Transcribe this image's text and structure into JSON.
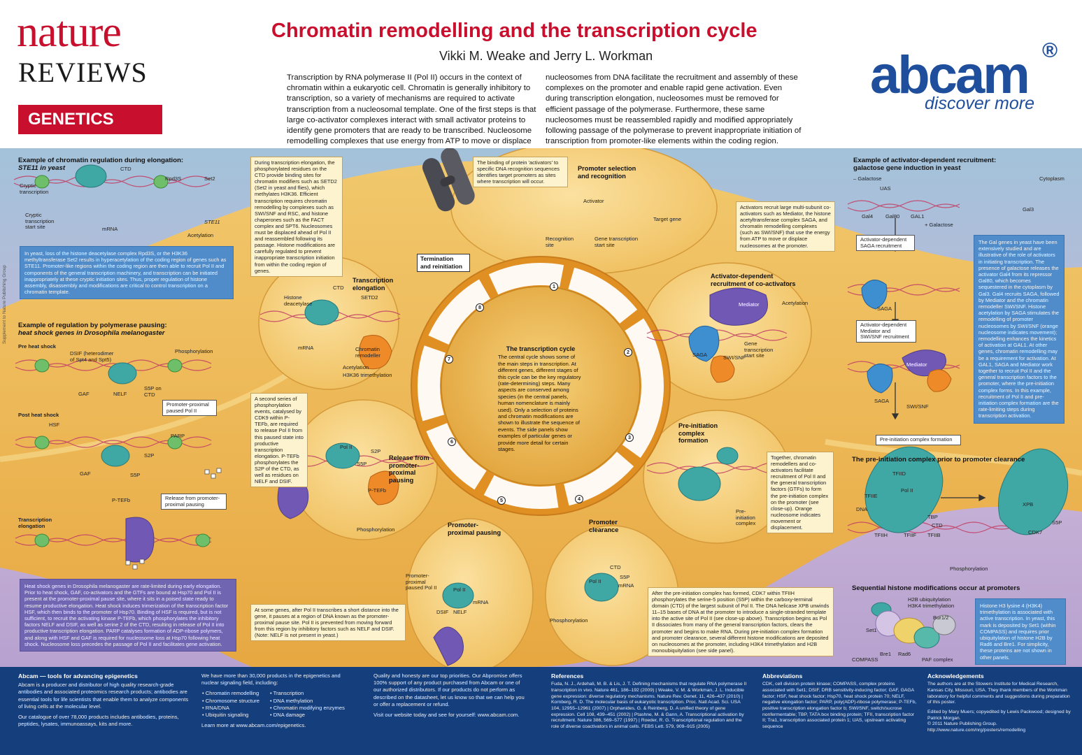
{
  "header": {
    "logo_nature": "nature",
    "logo_reviews": "REVIEWS",
    "logo_genetics": "GENETICS",
    "title": "Chromatin remodelling and the transcription cycle",
    "authors": "Vikki M. Weake and Jerry L. Workman",
    "intro_left": "Transcription by RNA polymerase II (Pol II) occurs in the context of chromatin within a eukaryotic cell. Chromatin is generally inhibitory to transcription, so a variety of mechanisms are required to activate transcription from a nucleosomal template. One of the first steps is that large co-activator complexes interact with small activator proteins to identify gene promoters that are ready to be transcribed. Nucleosome remodelling complexes that use energy from ATP to move or displace",
    "intro_right": "nucleosomes from DNA facilitate the recruitment and assembly of these complexes on the promoter and enable rapid gene activation. Even during transcription elongation, nucleosomes must be removed for efficient passage of the polymerase. Furthermore, these same nucleosomes must be reassembled rapidly and modified appropriately following passage of the polymerase to prevent inappropriate initiation of transcription from promoter-like elements within the coding region.",
    "abcam_logo": "abcam",
    "abcam_reg": "®",
    "abcam_tagline": "discover more"
  },
  "side_note": "Supplement to Nature Publishing Group",
  "left_panels": {
    "ste11": {
      "title": "Example of chromatin regulation during elongation:",
      "subtitle": "STE11 in yeast",
      "labels": {
        "cryptic1": "Cryptic\ntranscription",
        "cryptic2": "Cryptic\ntranscription\nstart site",
        "ctd": "CTD",
        "rpd3s": "Rpd3S",
        "set2": "Set2",
        "mrna": "mRNA",
        "gene": "STE11",
        "acetylation": "Acetylation"
      },
      "text": "In yeast, loss of the histone deacetylase complex Rpd3S, or the H3K36 methyltransferase Set2 results in hyperacetylation of the coding region of genes such as STE11. Promoter-like regions within the coding region are then able to recruit Pol II and components of the general transcription machinery, and transcription can be initiated inappropriately at these cryptic initiation sites. Thus, proper regulation of histone assembly, disassembly and modifications are critical to control transcription on a chromatin template."
    },
    "heatshock": {
      "title": "Example of regulation by polymerase pausing:",
      "subtitle": "heat shock genes in Drosophila melanogaster",
      "pre": "Pre heat shock",
      "post": "Post heat shock",
      "elong": "Transcription\nelongation",
      "labels": {
        "dsif": "DSIF (heterodimer\nof Spt4 and Spt5)",
        "phos": "Phosphorylation",
        "gaf": "GAF",
        "nelf": "NELF",
        "s5p": "S5P on\nCTD",
        "paused": "Promoter-proximal\npaused Pol II",
        "hsf": "HSF",
        "parp": "PARP",
        "s2p": "S2P",
        "s5p2": "S5P",
        "ptefb": "P-TEFb",
        "release": "Release from promoter-\nproximal pausing",
        "gaf2": "GAF"
      },
      "text": "Heat shock genes in Drosophila melanogaster are rate-limited during early elongation. Prior to heat shock, GAF, co-activators and the GTFs are bound at Hsp70 and Pol II is present at the promoter-proximal pause site, where it sits in a poised state ready to resume productive elongation. Heat shock induces trimerization of the transcription factor HSF, which then binds to the promoter of Hsp70. Binding of HSF is required, but is not sufficient, to recruit the activating kinase P-TEFb, which phosphorylates the inhibitory factors NELF and DSIF, as well as serine 2 of the CTD, resulting in release of Pol II into productive transcription elongation. PARP catalyses formation of ADP-ribose polymers, and along with HSF and GAF is required for nucleosome loss at Hsp70 following heat shock. Nucleosome loss precedes the passage of Pol II and facilitates gene activation."
    }
  },
  "cycle": {
    "center_title": "The transcription cycle",
    "center_text": "The central cycle shows some of the main steps in transcription. At different genes, different stages of this cycle can be the key regulatory (rate-determining) steps. Many aspects are conserved among species (in the central panels, human nomenclature is mainly used). Only a selection of proteins and chromatin modifications are shown to illustrate the sequence of events. The side panels show examples of particular genes or provide more detail for certain stages.",
    "steps": [
      "1",
      "2",
      "3",
      "4",
      "5",
      "6",
      "7",
      "8"
    ],
    "termination": "Termination\nand reinitiation",
    "promoter_selection": {
      "title": "Promoter selection\nand recognition",
      "box": "The binding of protein 'activators' to specific DNA recognition sequences identifies target promoters as sites where transcription will occur.",
      "labels": {
        "activator": "Activator",
        "target": "Target gene",
        "recog": "Recognition\nsite",
        "start": "Gene transcription\nstart site"
      }
    },
    "activator_recruit": {
      "title": "Activator-dependent\nrecruitment of co-activators",
      "box": "Activators recruit large multi-subunit co-activators such as Mediator, the histone acetyltransferase complex SAGA, and chromatin remodelling complexes (such as SWI/SNF) that use the energy from ATP to move or displace nucleosomes at the promoter.",
      "labels": {
        "mediator": "Mediator",
        "acetylation": "Acetylation",
        "saga": "SAGA",
        "swisnf": "SWI/SNF",
        "start": "Gene\ntranscription\nstart site"
      }
    },
    "pic": {
      "title": "Pre-initiation\ncomplex\nformation",
      "box": "Together, chromatin remodellers and co-activators facilitate recruitment of Pol II and the general transcription factors (GTFs) to form the pre-initiation complex on the promoter (see close-up). Orange nucleosome indicates movement or displacement.",
      "labels": {
        "pic": "Pre-\ninitiation\ncomplex"
      }
    },
    "clearance": {
      "title": "Promoter\nclearance",
      "box": "After the pre-initiation complex has formed, CDK7 within TFIIH phosphorylates the serine-5 position (S5P) within the carboxy-terminal domain (CTD) of the largest subunit of Pol II. The DNA helicase XPB unwinds 11–15 bases of DNA at the promoter to introduce a single-stranded template into the active site of Pol II (see close-up above). Transcription begins as Pol II dissociates from many of the general transcription factors, clears the promoter and begins to make RNA. During pre-initiation complex formation and promoter clearance, several different histone modifications are deposited on nucleosomes at the promoter, including H3K4 trimethylation and H2B monoubiquitylation (see side panel).",
      "labels": {
        "ctd": "CTD",
        "s5p": "S5P",
        "mrna": "mRNA",
        "pol2": "Pol II"
      }
    },
    "pausing": {
      "title": "Promoter-\nproximal pausing",
      "box": "At some genes, after Pol II transcribes a short distance into the gene, it pauses at a region of DNA known as the promoter-proximal pause site. Pol II is prevented from moving forward from this region by inhibitory factors such as NELF and DSIF. (Note: NELF is not present in yeast.)",
      "labels": {
        "paused": "Promoter-\nproximal\npaused Pol II",
        "pol2": "Pol II",
        "mrna": "mRNA",
        "dsif": "DSIF",
        "nelf": "NELF",
        "phos": "Phosphorylation"
      }
    },
    "release": {
      "title": "Release from\npromoter-\nproximal\npausing",
      "box": "A second series of phosphorylation events, catalysed by CDK9 within P-TEFb, are required to release Pol II from this paused state into productive transcription elongation. P-TEFb phosphorylates the S2P of the CTD, as well as residues on NELF and DSIF.",
      "labels": {
        "pol2": "Pol II",
        "s2p": "S2P",
        "s5p": "S5P",
        "ptefb": "P-TEFb",
        "phos": "Phosphorylation"
      }
    },
    "elongation": {
      "title": "Transcription\nelongation",
      "box": "During transcription elongation, the phosphorylated residues on the CTD provide binding sites for chromatin modifiers such as SETD2 (Set2 in yeast and flies), which methylates H3K36. Efficient transcription requires chromatin remodelling by complexes such as SWI/SNF and RSC, and histone chaperones such as the FACT complex and SPT6. Nucleosomes must be displaced ahead of Pol II and reassembled following its passage. Histone modifications are carefully regulated to prevent inappropriate transcription initiation from within the coding region of genes.",
      "labels": {
        "hdac": "Histone\ndeacetylase",
        "ctd": "CTD",
        "setd2": "SETD2",
        "mrna": "mRNA",
        "remodeller": "Chromatin\nremodeller",
        "acetylation": "Acetylation",
        "h3k36": "H3K36 trimethylation"
      }
    }
  },
  "right_panels": {
    "gal": {
      "title": "Example of activator-dependent recruitment:",
      "subtitle": "galactose gene induction in yeast",
      "labels": {
        "minus_gal": "– Galactose",
        "uas": "UAS",
        "gal4": "Gal4",
        "gal80": "Gal80",
        "gal1": "GAL1",
        "plus_gal": "+ Galactose",
        "cytoplasm": "Cytoplasm",
        "gal3": "Gal3",
        "saga_recruit": "Activator-dependent\nSAGA recruitment",
        "saga": "SAGA",
        "med_recruit": "Activator-dependent\nMediator and\nSWI/SNF recruitment",
        "mediator": "Mediator",
        "saga2": "SAGA",
        "swisnf": "SWI/SNF",
        "pic": "Pre-initiation complex formation"
      },
      "text": "The Gal genes in yeast have been extensively studied and are illustrative of the role of activators in initiating transcription. The presence of galactose releases the activator Gal4 from its repressor Gal80, which becomes sequestered in the cytoplasm by Gal3. Gal4 recruits SAGA, followed by Mediator and the chromatin remodeller SWI/SNF. Histone acetylation by SAGA stimulates the remodelling of promoter nucleosomes by SWI/SNF (orange nucleosome indicates movement); remodelling enhances the kinetics of activation at GAL1. At other genes, chromatin remodelling may be a requirement for activation. At GAL1, SAGA and Mediator work together to recruit Pol II and the general transcription factors to the promoter, where the pre-initiation complex forms. In this example, recruitment of Pol II and pre-initiation complex formation are the rate-limiting steps during transcription activation."
    },
    "pic_closeup": {
      "title": "The pre-initiation complex prior to promoter clearance",
      "labels": {
        "tfiid": "TFIID",
        "tfiie": "TFIIE",
        "dna": "DNA",
        "pol2": "Pol II",
        "tbp": "TBP",
        "ctd": "CTD",
        "tfiib": "TFIIB",
        "tfiih": "TFIIH",
        "tfiif": "TFIIF",
        "xpb": "XPB",
        "s5p": "S5P",
        "cdk7": "CDK7",
        "phos": "Phosphorylation"
      }
    },
    "histone_mods": {
      "title": "Sequential histone modifications occur at promoters",
      "labels": {
        "h2bub": "H2B ubiquitylation",
        "h3k4": "H3K4 trimethylation",
        "bur": "Bur1/2",
        "set1": "Set1",
        "compass": "COMPASS",
        "bre1": "Bre1",
        "rad6": "Rad6",
        "paf": "PAF complex"
      },
      "text": "Histone H3 lysine 4 (H3K4) trimethylation is associated with active transcription. In yeast, this mark is deposited by Set1 (within COMPASS) and requires prior ubiquitylation of histone H2B by Rad6 and Bre1. For simplicity, these proteins are not shown in other panels."
    }
  },
  "footer": {
    "col1_head": "Abcam — tools for advancing epigenetics",
    "col1_p1": "Abcam is a producer and distributor of high quality research-grade antibodies and associated proteomics research products; antibodies are essential tools for life scientists that enable them to analyze components of living cells at the molecular level.",
    "col1_p2": "Our catalogue of over 78,000 products includes antibodies, proteins, peptides, lysates, immunoassays, kits and more.",
    "col2_head": "We have more than 30,000 products in the epigenetics and nuclear signaling field, including:",
    "col2_list_a": [
      "• Chromatin remodelling",
      "• Chromosome structure",
      "• RNA/DNA",
      "• Ubiquitin signaling"
    ],
    "col2_list_b": [
      "• Transcription",
      "• DNA methylation",
      "• Chromatin modifying enzymes",
      "• DNA damage"
    ],
    "col2_link": "Learn more at www.abcam.com/epigenetics.",
    "col3_p1": "Quality and honesty are our top priorities. Our Abpromise offers 100% support of any product purchased from Abcam or one of our authorized distributors. If our products do not perform as described on the datasheet, let us know so that we can help you or offer a replacement or refund.",
    "col3_p2": "Visit our website today and see for yourself: www.abcam.com.",
    "col4_head": "References",
    "col4_text": "Fuda, N. J., Ardehali, M. B. & Lis, J. T. Defining mechanisms that regulate RNA polymerase II transcription in vivo. Nature 461, 186–192 (2009) | Weake, V. M. & Workman, J. L. Inducible gene expression: diverse regulatory mechanisms. Nature Rev. Genet. 11, 426–437 (2010) | Kornberg, R. D. The molecular basis of eukaryotic transcription. Proc. Natl Acad. Sci. USA 104, 12955–12961 (2007) | Orphanides, G. & Reinberg, D. A unified theory of gene expression. Cell 108, 439–451 (2002) | Ptashne, M. & Gann, A. Transcriptional activation by recruitment. Nature 386, 569–577 (1997) | Roeder, R. G. Transcriptional regulation and the role of diverse coactivators in animal cells. FEBS Lett. 579, 909–915 (2005)",
    "col5_head": "Abbreviations",
    "col5_text": "CDK, cell division protein kinase; COMPASS, complex proteins associated with Set1; DSIF, DRB sensitivity-inducing factor; GAF, GAGA factor; HSF, heat shock factor; Hsp70, heat shock protein 70; NELF, negative elongation factor; PARP, poly(ADP)-ribose polymerase; P-TEFb, positive transcription elongation factor b; SWI/SNF, switch/sucrose nonfermentable; TBP, TATA box binding protein; TFII, transcription factor II; Tra1, transcription associated protein 1; UAS, upstream activating sequence",
    "col6_head": "Acknowledgements",
    "col6_p1": "The authors are at the Stowers Institute for Medical Research, Kansas City, Missouri, USA. They thank members of the Workman laboratory for helpful comments and suggestions during preparation of this poster.",
    "col6_p2": "Edited by Mary Muers; copyedited by Lewis Packwood; designed by Patrick Morgan.",
    "col6_p3": "© 2011 Nature Publishing Group.",
    "col6_p4": "http://www.nature.com/nrg/posters/remodelling"
  },
  "colors": {
    "nature_red": "#c8102e",
    "abcam_blue": "#1f4f9c",
    "footer_blue": "#153e7c",
    "panel_orange": "#f1bf55",
    "ring_orange": "#e79b2c"
  }
}
